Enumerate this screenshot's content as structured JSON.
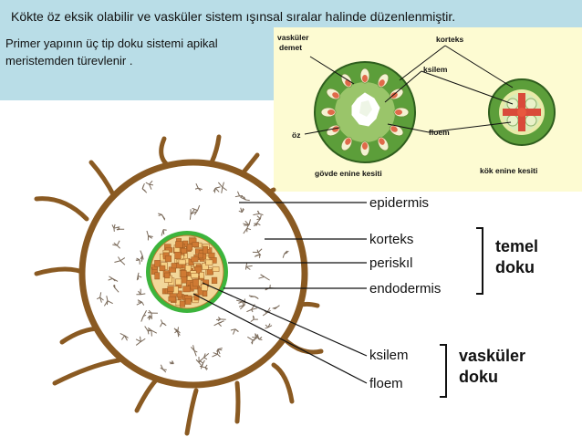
{
  "header": {
    "title": "Kökte öz eksik olabilir ve vasküler sistem ışınsal sıralar halinde düzenlenmiştir.",
    "intro_line1": "Primer yapının üç tip doku sistemi apikal",
    "intro_line2": "meristemden türevlenir ."
  },
  "inset": {
    "labels": {
      "vaskuler_line1": "vasküler",
      "vaskuler_line2": "demet",
      "korteks": "korteks",
      "ksilem": "ksilem",
      "oz": "öz",
      "floem": "floem",
      "govde": "gövde enine kesiti",
      "kok": "kök enine kesiti"
    }
  },
  "diagram": {
    "labels": {
      "epidermis": "epidermis",
      "korteks": "korteks",
      "periskil": "periskıl",
      "endodermis": "endodermis",
      "ksilem": "ksilem",
      "floem": "floem"
    },
    "groups": {
      "temel_line1": "temel",
      "temel_line2": "doku",
      "vaskuler_line1": "vasküler",
      "vaskuler_line2": "doku"
    }
  },
  "colors": {
    "banner": "#b9dde7",
    "inset_bg": "#fdfbd2",
    "stem_green": "#5c9e3a",
    "epidermis_brown": "#8a5a22",
    "endodermis_green": "#3cb43c",
    "xylem_orange": "#cf7a33",
    "phloem_tan": "#f2d79a"
  }
}
